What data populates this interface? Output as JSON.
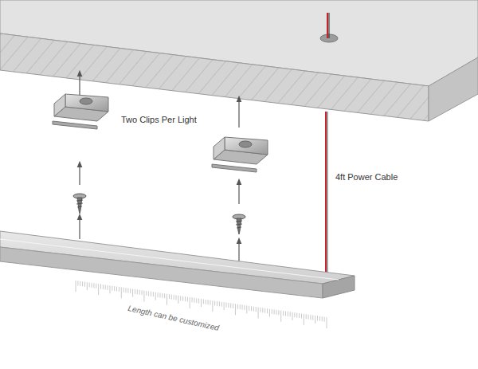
{
  "diagram": {
    "labels": [
      "Two Clips Per Light",
      "4ft Power Cable",
      "Length can be customized"
    ]
  }
}
